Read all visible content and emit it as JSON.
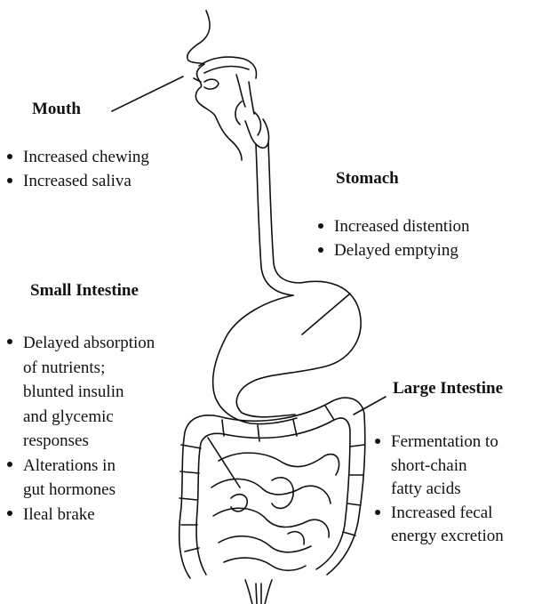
{
  "labels": {
    "mouth": {
      "title": "Mouth",
      "bullets": [
        {
          "lines": [
            "Increased chewing"
          ]
        },
        {
          "lines": [
            "Increased saliva"
          ]
        }
      ]
    },
    "stomach": {
      "title": "Stomach",
      "bullets": [
        {
          "lines": [
            "Increased distention"
          ]
        },
        {
          "lines": [
            "Delayed emptying"
          ]
        }
      ]
    },
    "small_intestine": {
      "title": "Small Intestine",
      "bullets": [
        {
          "lines": [
            "Delayed absorption",
            "of nutrients;",
            "blunted insulin",
            "and glycemic",
            "responses"
          ]
        },
        {
          "lines": [
            "Alterations in",
            "gut hormones"
          ]
        },
        {
          "lines": [
            "Ileal brake"
          ]
        }
      ]
    },
    "large_intestine": {
      "title": "Large Intestine",
      "bullets": [
        {
          "lines": [
            "Fermentation to",
            "short-chain",
            "fatty acids"
          ]
        },
        {
          "lines": [
            "Increased fecal",
            "energy excretion"
          ]
        }
      ]
    }
  },
  "colors": {
    "ink": "#111111",
    "background": "#ffffff"
  }
}
